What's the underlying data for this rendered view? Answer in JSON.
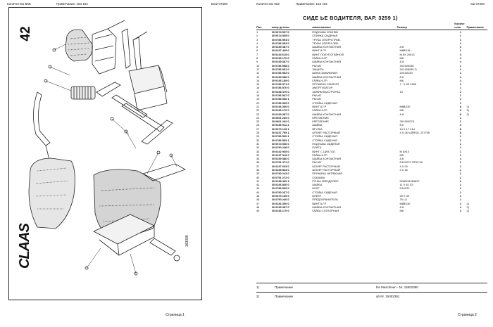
{
  "left": {
    "header": {
      "qty": "Количество ВКЕ",
      "note": "Примечание: 163 164",
      "code": "BGZ 07300"
    },
    "page_number": "42",
    "brand": "CLAAS",
    "drawing_code": "163009",
    "footer": "Страница 1"
  },
  "right": {
    "header": {
      "qty": "Количество 062",
      "note": "Примечание: 163 164",
      "code": "GZ 07300"
    },
    "title": "СИДЕ ЬЕ ВОДИТЕЛЯ, ВАР. 3259 1)",
    "columns": [
      "Поз.",
      "омер детали",
      "аименование",
      "Размер",
      "Количе ство",
      "Примечание"
    ],
    "rows": [
      [
        "1",
        "00 0674 537 0",
        "ПОДУШКА СПИНКИ",
        "",
        "1",
        ""
      ],
      [
        "2",
        "00 0674 535 0",
        "СПИНКА СИДЕНЬЯ",
        "",
        "1",
        ""
      ],
      [
        "3",
        "00 0786 594 0",
        "ТРУБА ОПОРН.ПРАВ.",
        "",
        "1",
        ""
      ],
      [
        "4",
        "00 0786 593 0",
        "ТРУБА ОПОРН.ЛЕВ.",
        "",
        "1",
        ""
      ],
      [
        "5",
        "00 0239 387 0",
        "ШАЙБА КОНТАКТНАЯ",
        "A 8",
        "2",
        ""
      ],
      [
        "6",
        "00 0237 439 0",
        "ВИНТ 6-ГР.",
        "M8BX16",
        "2",
        ""
      ],
      [
        "7",
        "00 0234 615 0",
        "ВИНТ ПОЛУПОТАЙНОЙ",
        "M 6X 20013",
        "4",
        ""
      ],
      [
        "8",
        "00 0236 170 0",
        "ГАЙКА 6-ГР.",
        "M8",
        "4",
        ""
      ],
      [
        "9",
        "00 0239 387 0",
        "ШАЙБА КОНТАКТНАЯ",
        "A 8",
        "4",
        ""
      ],
      [
        "10",
        "00 0786 568 0",
        "РЫЧАГ",
        "3X2400155",
        "1",
        ""
      ],
      [
        "11",
        "00 0786 591 0",
        "ЗАЩИТА",
        "3X1406260 2\\",
        "1",
        ""
      ],
      [
        "12",
        "00 0786 592 0",
        "ШИНА ЗАЖИМНАЯ",
        "20X3X230",
        "1",
        ""
      ],
      [
        "13",
        "00 0239 386 0",
        "ШАЙБА КОНТАКТНАЯ",
        "A 6",
        "4",
        ""
      ],
      [
        "14",
        "00 0236 169 0",
        "ГАЙКА 6-ГР.",
        "M6",
        "4",
        ""
      ],
      [
        "15",
        "00 0786 571 0",
        "ПРУЖИНА СЖАТИЯ",
        "7 . X 55 X165",
        "1",
        ""
      ],
      [
        "16",
        "00 0786 570 0",
        "АМОРТИЗАТОР",
        "",
        "1",
        ""
      ],
      [
        "17",
        "00 0238 470 0",
        "ЗАЖИМ БЫСТРОРАЗ.",
        "10",
        "2",
        ""
      ],
      [
        "18",
        "00 0786 567 0",
        "РЫЧАГ",
        "",
        "1",
        ""
      ],
      [
        "19",
        "00 0786 566 1",
        "РЫЧАГ",
        "",
        "1",
        ""
      ],
      [
        "20",
        "00 0786 539 0",
        "СТОЙКА СИДЕНЬЯ",
        "",
        "1",
        ""
      ],
      [
        "21",
        "00 0236 300 0",
        "ВИНТ 6-ГР.",
        "M8BX30",
        "8",
        "2)"
      ],
      [
        "22",
        "00 0236 170 0",
        "ГАЙКА 6-ГР.",
        "M8",
        "8",
        "2)"
      ],
      [
        "23",
        "00 0239 387 0",
        "ШАЙБА КОНТАКТНАЯ",
        "A 8",
        "8",
        "2)"
      ],
      [
        "24",
        "00 0601 260 0",
        "КРЕПЛЕНИЕ",
        "",
        "1",
        ""
      ],
      [
        "25",
        "00 0601 262 0",
        "КРЕПЛЕНИЕ",
        "3X190X578",
        "1",
        ""
      ],
      [
        "26",
        "00 0236 912 2",
        "ШАЙБА",
        "8,0",
        "4",
        ""
      ],
      [
        "27",
        "00 0673 128 1",
        "ВТУЛКА",
        "14 X 17 X14",
        "8",
        ""
      ],
      [
        "28",
        "00 0237 795 1",
        "ШТИФТ РАСТОРНЫЙ",
        "4 X 26 N-BRSD. 237785",
        "8",
        ""
      ],
      [
        "",
        "",
        "",
        "",
        "",
        ""
      ],
      [
        "29",
        "00 0786 590 1",
        "СТОЙКА СИДЕНЬЯ",
        "",
        "1",
        ""
      ],
      [
        "30",
        "00 0786 565 1",
        "СТОЙКА СИДЕНЬЯ",
        "",
        "1",
        ""
      ],
      [
        "31",
        "00 0674 536 0",
        "ПОДУШКА СИДЕНЬЯ",
        "",
        "1",
        ""
      ],
      [
        "32",
        "00 0790 238 0",
        "ПЛИТА",
        "",
        "1",
        ""
      ],
      [
        "33",
        "00 0242 945 0",
        "ВИНТ С ЦИЛ.ГОЛ.",
        "M 5X10",
        "1",
        ""
      ],
      [
        "34",
        "00 0237 316 0",
        "ГАЙКА 6-ГР.",
        "M5",
        "1",
        ""
      ],
      [
        "35",
        "00 0239 386 0",
        "ШАЙБА КОНТАКТНАЯ",
        "A 6",
        "1",
        ""
      ],
      [
        "36",
        "00 0791 371 0",
        "РЫЧАГ",
        "D10X270 ST52-3K",
        "1",
        ""
      ],
      [
        "37",
        "00 0237 603 0",
        "ШТИФТ РАСТОРНЫЙ",
        "4 X 20",
        "1",
        ""
      ],
      [
        "38",
        "00 0235 833 0",
        "ШТИФТ РАСТОРНЫЙ",
        "4 X 16",
        "1",
        ""
      ],
      [
        "39",
        "00 0790 243 0",
        "ПРУЖИНА НАТЯЖНАЯ",
        "",
        "1",
        ""
      ],
      [
        "40",
        "00 0791 272 0",
        "СОБАЧКА",
        "",
        "1",
        ""
      ],
      [
        "41",
        "00 0238 469 1",
        "РУЧКА ЗВЕЗДООБР.",
        "M/M5/31284697",
        "1",
        ""
      ],
      [
        "42",
        "00 0236 830 0",
        "ШАЙБА",
        "11 X 40 X3",
        "1",
        ""
      ],
      [
        "43",
        "00 0786 569 0",
        "БОЛТ",
        "D10X31",
        "1",
        ""
      ],
      [
        "44",
        "00 0790 237 0",
        "СТОЙКА СИДЕНЬЯ",
        "",
        "1",
        ""
      ],
      [
        "45",
        "00 0673 139 0",
        "БУФЕР",
        "30 X 40",
        "1",
        ""
      ],
      [
        "46",
        "00 0790 246 0",
        "ПРЕДОХРАНИТЕЛЬ",
        "75 LG",
        "1",
        ""
      ],
      [
        "47",
        "00 0236 300 0",
        "ВИНТ 6-ГР.",
        "M8BX30",
        "4",
        "2)"
      ],
      [
        "48",
        "00 0239 387 0",
        "ШАЙБА КОНТАКТНАЯ",
        "A 8",
        "4",
        "2)"
      ],
      [
        "49",
        "00 0236 170 0",
        "ГАЙКА СТОПОРНАЯ",
        "M8",
        "4",
        "2)"
      ]
    ],
    "notes": [
      {
        "num": "1)",
        "label": "Примечание",
        "text": "bis Maschinen - Nr. 15002390"
      },
      {
        "num": "2)",
        "label": "Примечание",
        "text": "ab Nr. 15002391"
      }
    ],
    "footer": "Страница 2"
  }
}
